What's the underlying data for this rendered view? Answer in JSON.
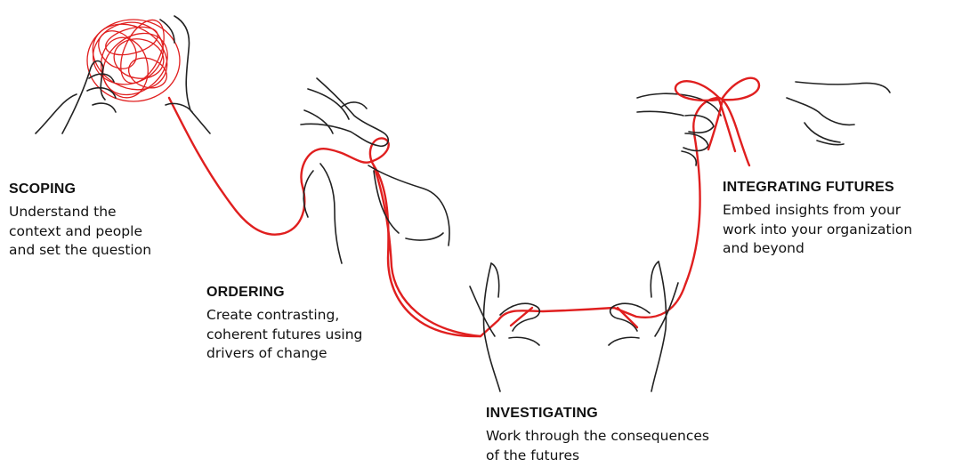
{
  "stages": [
    {
      "id": "scoping",
      "title": "SCOPING",
      "description": [
        "Understand the",
        "context and people",
        "and set the question"
      ]
    },
    {
      "id": "ordering",
      "title": "ORDERING",
      "description": [
        "Create contrasting,",
        "coherent futures using",
        "drivers of change"
      ]
    },
    {
      "id": "investigating",
      "title": "INVESTIGATING",
      "description": [
        "Work through the consequences",
        "of the futures"
      ]
    },
    {
      "id": "integrating",
      "title": "INTEGRATING FUTURES",
      "description": [
        "Embed insights from your",
        "work into your organization",
        "and beyond"
      ]
    }
  ],
  "colors": {
    "thread": "#e01f1f",
    "ink": "#222222",
    "background": "#ffffff"
  },
  "illustrations": [
    "hands-tangled-thread-icon",
    "hands-pinching-loop-icon",
    "hands-stretching-thread-icon",
    "hands-tying-bow-icon"
  ]
}
